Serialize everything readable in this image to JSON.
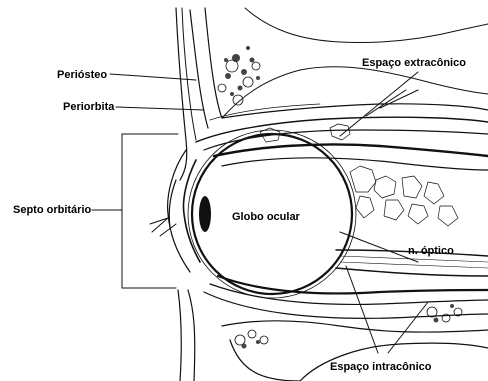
{
  "diagram": {
    "labels": {
      "periosteo": "Periósteo",
      "periorbita": "Periorbita",
      "septo": "Septo orbitário",
      "globo": "Globo ocular",
      "extraconico": "Espaço extracônico",
      "optico": "n. óptico",
      "intraconico": "Espaço intracônico"
    }
  }
}
